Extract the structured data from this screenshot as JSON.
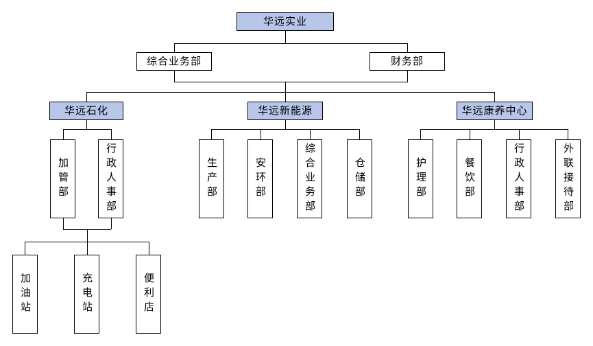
{
  "palette": {
    "highlight_fill": "#b8c6ea",
    "plain_fill": "#ffffff",
    "border": "#000000",
    "line": "#000000",
    "text": "#000000",
    "background": "#ffffff"
  },
  "org": {
    "root": {
      "label": "华远实业"
    },
    "headquarters_departments": [
      {
        "label": "综合业务部"
      },
      {
        "label": "财务部"
      }
    ],
    "subsidiaries": [
      {
        "label": "华远石化",
        "departments": [
          {
            "label": "加管部"
          },
          {
            "label": "行政人事部"
          }
        ],
        "stations": [
          {
            "label": "加油站"
          },
          {
            "label": "充电站"
          },
          {
            "label": "便利店"
          }
        ]
      },
      {
        "label": "华远新能源",
        "departments": [
          {
            "label": "生产部"
          },
          {
            "label": "安环部"
          },
          {
            "label": "综合业务部"
          },
          {
            "label": "仓储部"
          }
        ]
      },
      {
        "label": "华远康养中心",
        "departments": [
          {
            "label": "护理部"
          },
          {
            "label": "餐饮部"
          },
          {
            "label": "行政人事部"
          },
          {
            "label": "外联接待部"
          }
        ]
      }
    ]
  }
}
